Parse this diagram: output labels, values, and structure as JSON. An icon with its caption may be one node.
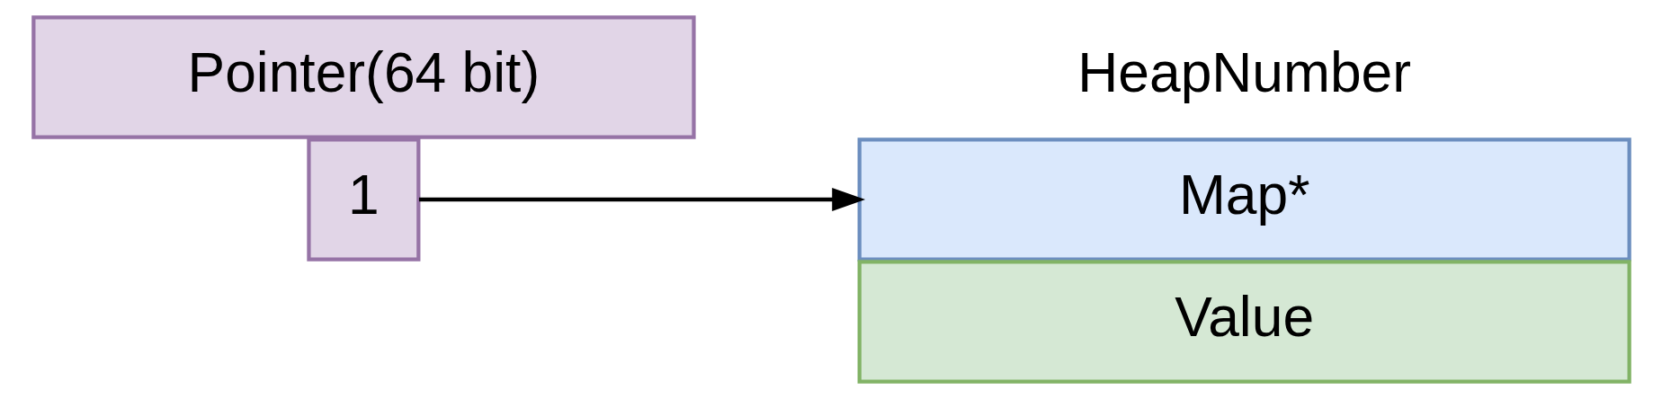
{
  "diagram": {
    "nodes": [
      {
        "text": [
          "Pointer(64 bit)"
        ]
      },
      {
        "text": [
          "1"
        ]
      },
      {
        "text": [
          "Map*"
        ]
      },
      {
        "text": [
          "Value"
        ]
      }
    ],
    "edges": [
      {
        "from": 1,
        "to": 2,
        "arrow": "to"
      }
    ],
    "labels": [
      "HeapNumber"
    ]
  }
}
